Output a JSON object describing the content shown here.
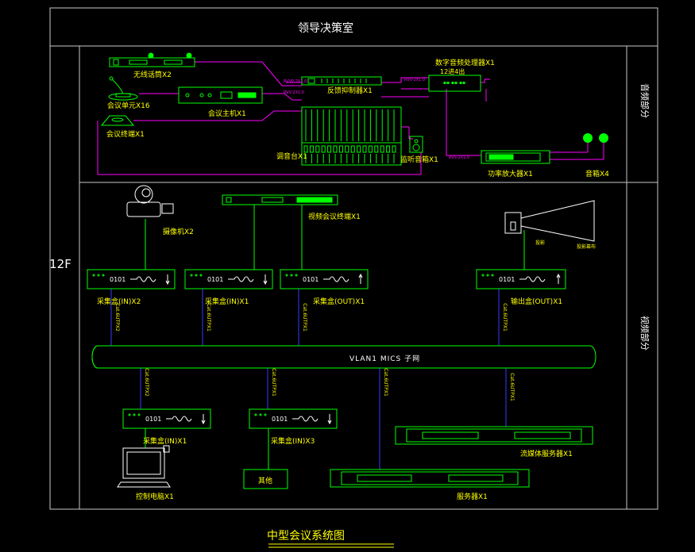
{
  "colors": {
    "background": "#000000",
    "frame": "#c8c8c8",
    "equipment": "#00ff00",
    "wire": "#ff00ff",
    "network": "#3a3aff",
    "label_yellow": "#ffff00",
    "label_magenta": "#ff00ff",
    "label_white": "#ffffff"
  },
  "title": "中型会议系统图",
  "floor_label": "12F",
  "rooms": {
    "top": "领导决策室",
    "audio_section": "音频部分",
    "video_section": "视频部分"
  },
  "audio_labels": {
    "wireless_mic": "无线话筒X2",
    "conference_unit": "会议单元X16",
    "conference_host": "会议主机X1",
    "speech_terminal": "会议终端X1",
    "feedback_suppressor": "反馈抑制器X1",
    "digital_processor": "数字音频处理器X1",
    "processor_ports": "12进4出",
    "mixer": "调音台X1",
    "monitor_speaker": "监听音箱X1",
    "power_amp": "功率放大器X1",
    "speakers": "音箱X4",
    "cable_rvvp": "RVVP-2X1.0",
    "cable_rvv_a": "RVV-2X1.0",
    "cable_rvv_b": "RVV-2X1.0",
    "cable_rvs": "RVS-2X1.0"
  },
  "video_labels": {
    "camera": "摄像机X2",
    "vc_terminal": "视频会议终端X1",
    "projector_note": "投影",
    "screen_note": "投影幕布",
    "box_a": "采集盒(IN)X2",
    "box_b": "采集盒(IN)X1",
    "box_c": "采集盒(OUT)X1",
    "box_d": "输出盒(OUT)X1",
    "box_e": "采集盒(IN)X1",
    "box_f": "采集盒(IN)X3",
    "box_text": "0101",
    "switch": "VLAN1 MICS 子网",
    "cable_a": "Cat.6UTPX2",
    "cable_b": "Cat.6UTPX1",
    "cable_c": "Cat.6UTPX1",
    "cable_d": "Cat.6UTPX1",
    "cable_e": "Cat.6UTPX2",
    "cable_f": "Cat.6UTPX1",
    "cable_g": "Cat.6UTPX1",
    "cable_h": "Cat.6UTPX1",
    "control_pc": "控制电脑X1",
    "other": "其他",
    "streaming_server": "流媒体服务器X1",
    "server": "服务器X1"
  }
}
